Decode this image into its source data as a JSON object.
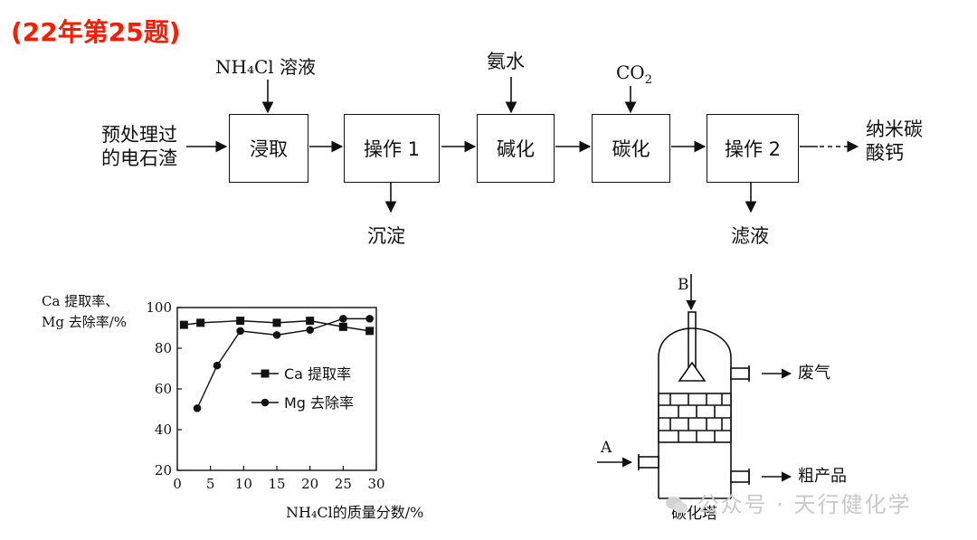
{
  "header": {
    "title": "(22年第25题)"
  },
  "flow": {
    "input_label_1": "预处理过",
    "input_label_2": "的电石渣",
    "reagent_1": "NH₄Cl 溶液",
    "reagent_2": "氨水",
    "reagent_3_main": "CO",
    "reagent_3_sub": "2",
    "boxes": [
      "浸取",
      "操作 1",
      "碱化",
      "碳化",
      "操作 2"
    ],
    "byproduct_1": "沉淀",
    "byproduct_2": "滤液",
    "output_1": "纳米碳",
    "output_2": "酸钙"
  },
  "chart_data": {
    "type": "line",
    "ylabel_1": "Ca 提取率、",
    "ylabel_2": "Mg 去除率/%",
    "xlabel": "NH₄Cl的质量分数/%",
    "xlim": [
      0,
      30
    ],
    "ylim": [
      20,
      100
    ],
    "x_ticks": [
      "0",
      "5",
      "10",
      "15",
      "20",
      "25",
      "30"
    ],
    "y_ticks": [
      "20",
      "40",
      "60",
      "80",
      "100"
    ],
    "legend_position": "center-right",
    "series": [
      {
        "name": "Ca 提取率",
        "marker": "square",
        "points": [
          [
            1,
            91.5
          ],
          [
            3.5,
            92.5
          ],
          [
            9.5,
            93.5
          ],
          [
            15,
            92.5
          ],
          [
            20,
            93.5
          ],
          [
            25,
            90.5
          ],
          [
            29,
            88.5
          ]
        ]
      },
      {
        "name": "Mg 去除率",
        "marker": "circle",
        "points": [
          [
            3,
            50.5
          ],
          [
            6,
            71.5
          ],
          [
            9.5,
            88.5
          ],
          [
            15,
            86.5
          ],
          [
            20,
            89
          ],
          [
            25,
            94.5
          ],
          [
            29,
            94.5
          ]
        ]
      }
    ]
  },
  "tower": {
    "label_top": "B",
    "label_left": "A",
    "label_gas": "废气",
    "label_product": "粗产品",
    "caption": "碳化塔"
  },
  "watermark": "公众号 · 天行健化学"
}
